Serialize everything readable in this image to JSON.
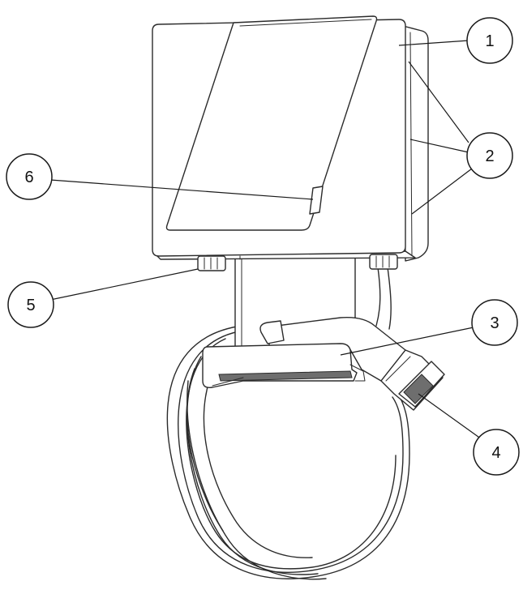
{
  "callouts": [
    {
      "id": 1,
      "label": "1"
    },
    {
      "id": 2,
      "label": "2"
    },
    {
      "id": 3,
      "label": "3"
    },
    {
      "id": 4,
      "label": "4"
    },
    {
      "id": 5,
      "label": "5"
    },
    {
      "id": 6,
      "label": "6"
    }
  ]
}
